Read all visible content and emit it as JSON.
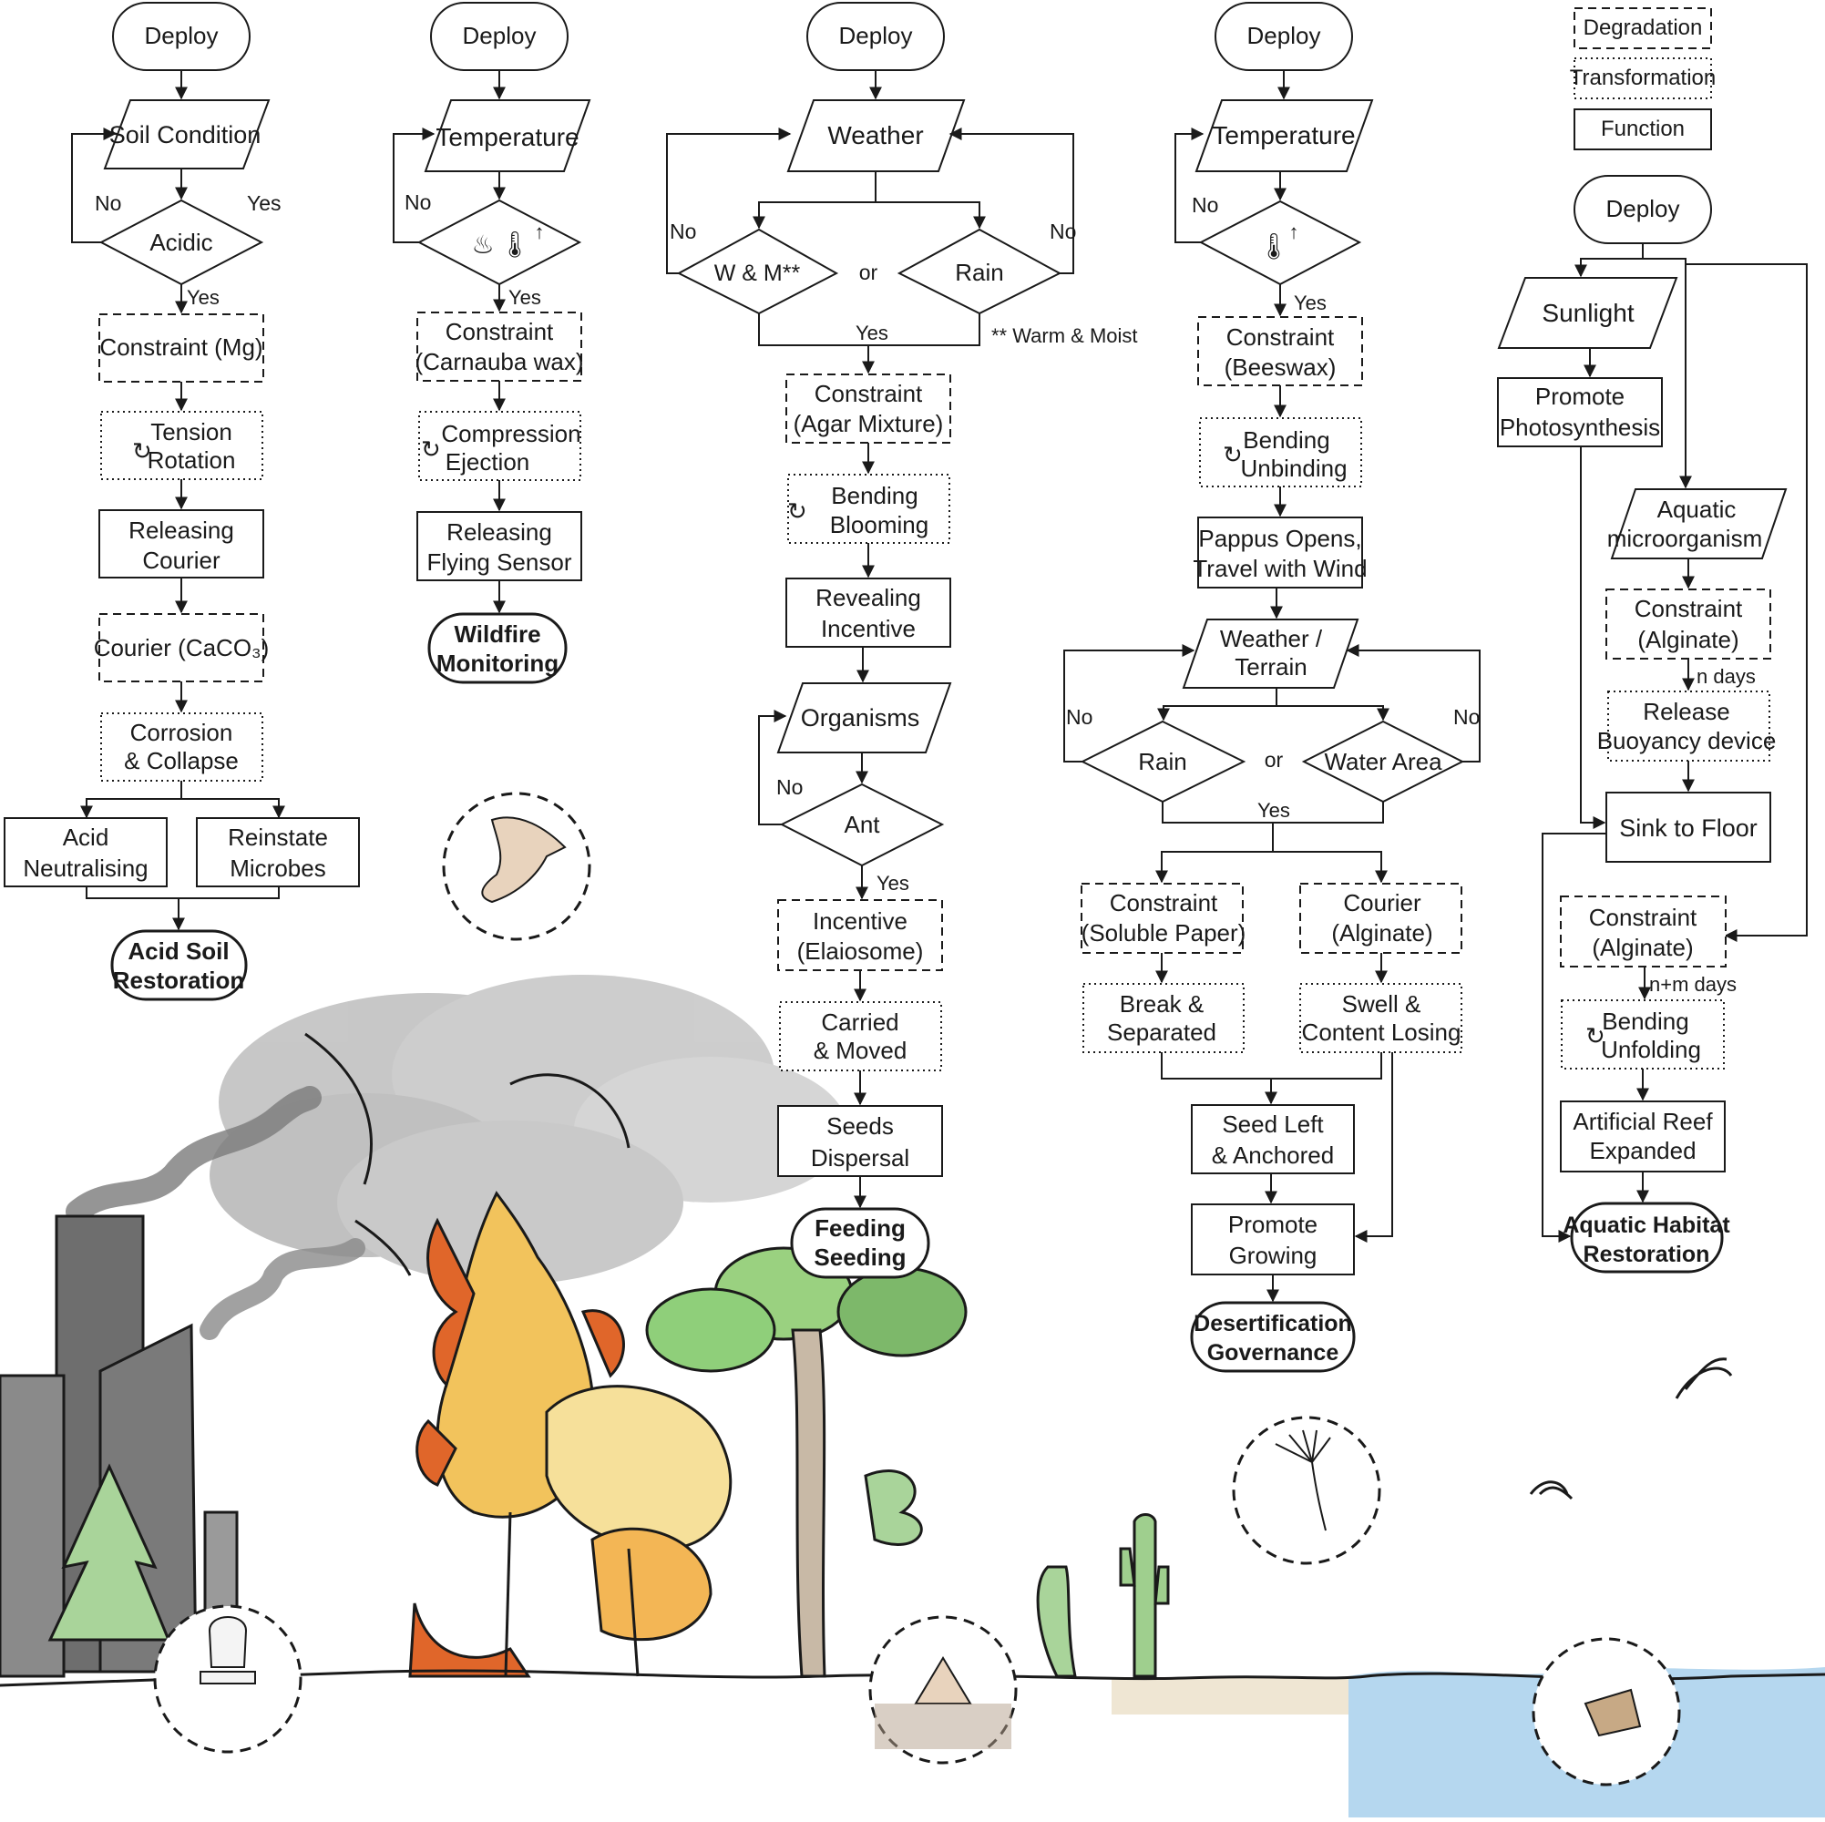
{
  "legend": {
    "degradation": "Degradation",
    "transformation": "Transformation",
    "function": "Function"
  },
  "flow1": {
    "deploy": "Deploy",
    "input": "Soil Condition",
    "decision": "Acidic",
    "no": "No",
    "yes_right": "Yes",
    "yes": "Yes",
    "constraint": "Constraint (Mg)",
    "transform": [
      "Tension",
      "Rotation"
    ],
    "function": [
      "Releasing",
      "Courier"
    ],
    "courier": "Courier (CaCO₃)",
    "transform2": [
      "Corrosion",
      "& Collapse"
    ],
    "branch_a": [
      "Acid",
      "Neutralising"
    ],
    "branch_b": [
      "Reinstate",
      "Microbes"
    ],
    "result": [
      "Acid Soil",
      "Restoration"
    ]
  },
  "flow2": {
    "deploy": "Deploy",
    "input": "Temperature",
    "no": "No",
    "yes": "Yes",
    "constraint": [
      "Constraint",
      "(Carnauba wax)"
    ],
    "transform": [
      "Compression",
      "Ejection"
    ],
    "function": [
      "Releasing",
      "Flying Sensor"
    ],
    "result": [
      "Wildfire",
      "Monitoring"
    ]
  },
  "flow3": {
    "deploy": "Deploy",
    "input": "Weather",
    "decision_a": "W & M**",
    "or": "or",
    "decision_b": "Rain",
    "no_left": "No",
    "no_right": "No",
    "yes": "Yes",
    "footnote": "** Warm & Moist",
    "constraint": [
      "Constraint",
      "(Agar Mixture)"
    ],
    "transform": [
      "Bending",
      "Blooming"
    ],
    "function": [
      "Revealing",
      "Incentive"
    ],
    "input2": "Organisms",
    "decision2": "Ant",
    "no2": "No",
    "yes2": "Yes",
    "constraint2": [
      "Incentive",
      "(Elaiosome)"
    ],
    "transform2": [
      "Carried",
      "& Moved"
    ],
    "function2": [
      "Seeds",
      "Dispersal"
    ],
    "result": [
      "Feeding",
      "Seeding"
    ]
  },
  "flow4": {
    "deploy": "Deploy",
    "input": "Temperature",
    "no": "No",
    "yes": "Yes",
    "constraint": [
      "Constraint",
      "(Beeswax)"
    ],
    "transform": [
      "Bending",
      "Unbinding"
    ],
    "function": [
      "Pappus Opens,",
      "Travel with Wind"
    ],
    "input2": [
      "Weather /",
      "Terrain"
    ],
    "decision_a": "Rain",
    "or": "or",
    "decision_b": "Water Area",
    "no_left": "No",
    "no_right": "No",
    "yes2": "Yes",
    "constraint2": [
      "Constraint",
      "(Soluble Paper)"
    ],
    "courier": [
      "Courier",
      "(Alginate)"
    ],
    "transform2": [
      "Break &",
      "Separated"
    ],
    "transform3": [
      "Swell &",
      "Content Losing"
    ],
    "function2": [
      "Seed Left",
      "& Anchored"
    ],
    "function3": [
      "Promote",
      "Growing"
    ],
    "result": [
      "Desertification",
      "Governance"
    ]
  },
  "flow5": {
    "deploy": "Deploy",
    "input": "Sunlight",
    "function": [
      "Promote",
      "Photosynthesis"
    ],
    "input2": [
      "Aquatic",
      "microorganism"
    ],
    "constraint": [
      "Constraint",
      "(Alginate)"
    ],
    "n_days": "n days",
    "transform": [
      "Release",
      "Buoyancy device"
    ],
    "function2": "Sink to Floor",
    "constraint2": [
      "Constraint",
      "(Alginate)"
    ],
    "nm_days": "n+m days",
    "transform2": [
      "Bending",
      "Unfolding"
    ],
    "function3": [
      "Artificial Reef",
      "Expanded"
    ],
    "result": [
      "Aquatic Habitat",
      "Restoration"
    ]
  },
  "colors": {
    "ink": "#1a1a1a",
    "smoke": "#8c8c8c",
    "building": "#6e6e6e",
    "fire": "#e0662a",
    "autumn": "#f2c35c",
    "leaf": "#8fcf7a",
    "water": "#9cc9ea",
    "sand": "#d9c8a8"
  }
}
